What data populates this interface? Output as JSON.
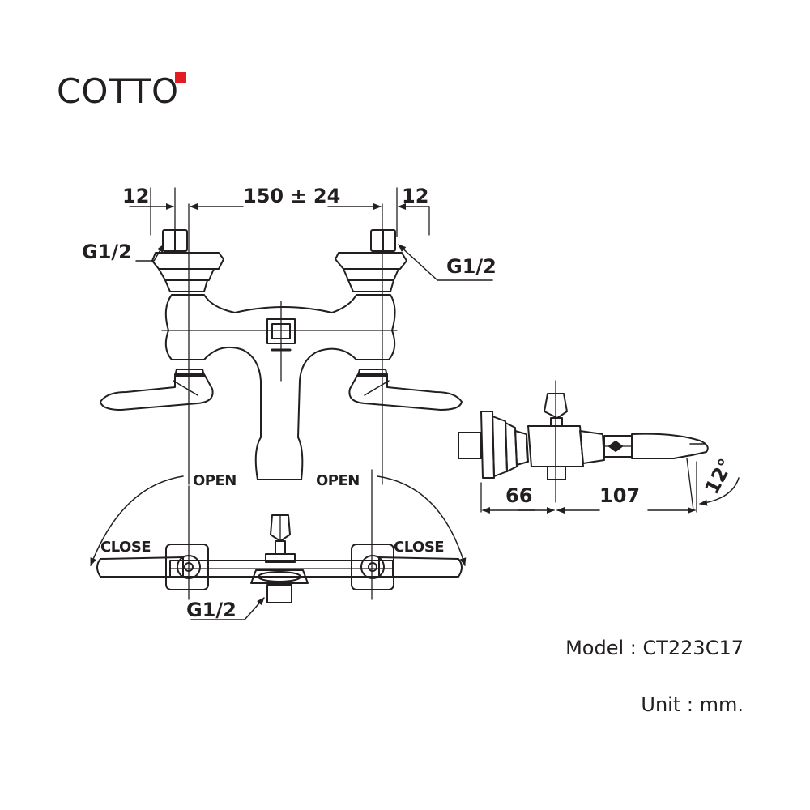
{
  "brand": {
    "name": "COTTO",
    "accent_color": "#e31b23"
  },
  "dimensions": {
    "left_offset": "12",
    "center_distance": "150 ± 24",
    "right_offset": "12",
    "inlet_left": "G1/2",
    "inlet_right": "G1/2",
    "inlet_bottom": "G1/2",
    "depth_body": "66",
    "depth_spout": "107",
    "spout_angle": "12°"
  },
  "handle_labels": {
    "open_left": "OPEN",
    "open_right": "OPEN",
    "close_left": "CLOSE",
    "close_right": "CLOSE"
  },
  "info": {
    "model": "Model : CT223C17",
    "unit": "Unit : mm."
  }
}
